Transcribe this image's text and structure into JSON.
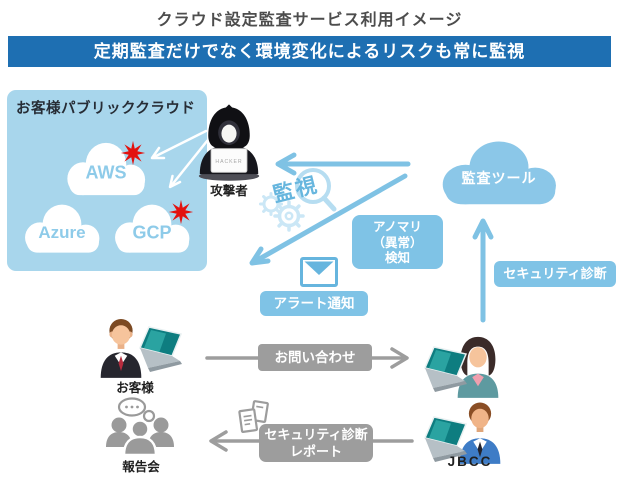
{
  "title": "クラウド設定監査サービス利用イメージ",
  "banner": "定期監査だけでなく環境変化によるリスクも常に監視",
  "colors": {
    "banner_blue": "#1e6fb2",
    "panel_blue": "#a8d6ec",
    "accent_blue": "#7fc3e6",
    "cloud_text_blue": "#8ecbe9",
    "gray": "#9d9d9d",
    "burst_red": "#e3120e"
  },
  "cloud_panel": {
    "title": "お客様パブリッククラウド",
    "clouds": [
      {
        "label": "AWS"
      },
      {
        "label": "Azure"
      },
      {
        "label": "GCP"
      }
    ]
  },
  "attacker": {
    "label": "攻撃者",
    "laptop_text": "HACKER"
  },
  "monitoring": {
    "label": "監視"
  },
  "audit_tool": {
    "label": "監査ツール"
  },
  "labels": {
    "anomaly_line1": "アノマリ",
    "anomaly_line2": "（異常）",
    "anomaly_line3": "検知",
    "security_diagnosis": "セキュリティ診断",
    "alert_notification": "アラート通知",
    "inquiry": "お問い合わせ",
    "report_line1": "セキュリティ診断",
    "report_line2": "レポート"
  },
  "actors": {
    "customer": "お客様",
    "report_meeting": "報告会",
    "company": "JBCC"
  }
}
